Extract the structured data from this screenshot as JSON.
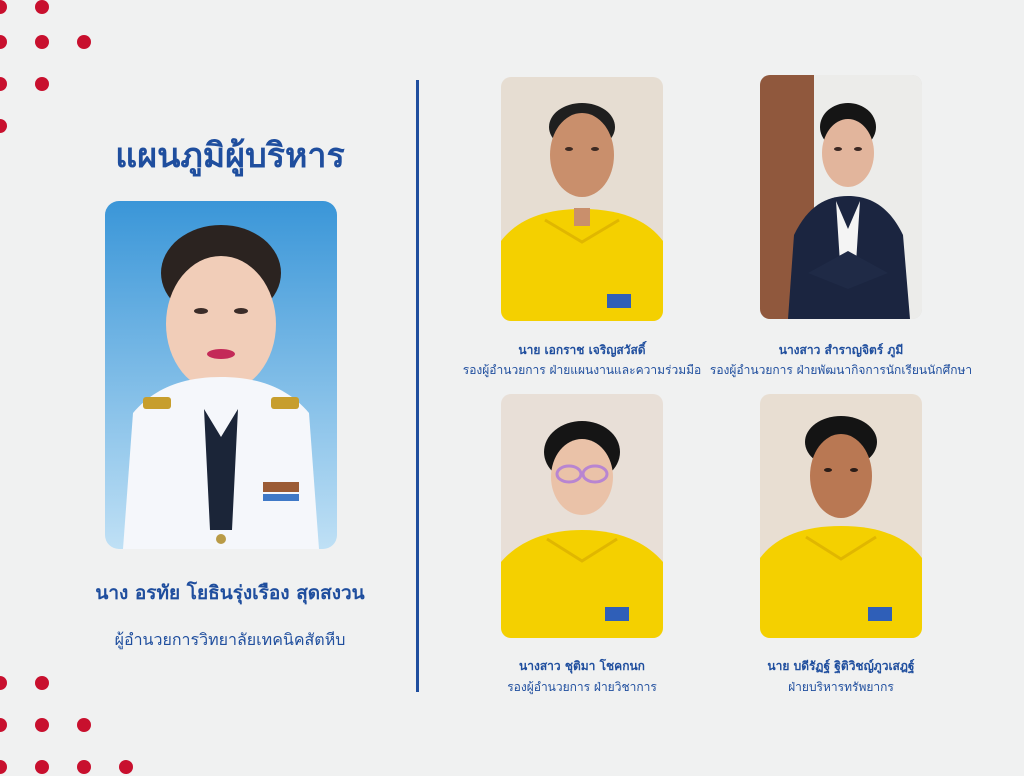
{
  "header": {
    "title": "แผนภูมิผู้บริหาร"
  },
  "director": {
    "name": "นาง อรทัย โยธินรุ่งเรือง สุดสงวน",
    "position": "ผู้อำนวยการวิทยาลัยเทคนิคสัตหีบ",
    "photo_icon": "director-portrait"
  },
  "executives": [
    {
      "name": "นาย เอกราช เจริญสวัสดิ์",
      "position": "รองผู้อำนวยการ ฝ่ายแผนงานและความร่วมมือ",
      "photo_icon": "executive-portrait"
    },
    {
      "name": "นางสาว สำราญจิตร์ ภูมี",
      "position": "รองผู้อำนวยการ ฝ่ายพัฒนากิจการนักเรียนนักศึกษา",
      "photo_icon": "executive-portrait"
    },
    {
      "name": "นางสาว ชุติมา โชคกนก",
      "position": "รองผู้อำนวยการ ฝ่ายวิชาการ",
      "photo_icon": "executive-portrait"
    },
    {
      "name": "นาย บดีรัฏฐ์ ฐิติวิชญ์ภูวเสฎฐ์",
      "position": "ฝ่ายบริหารทรัพยากร",
      "photo_icon": "executive-portrait"
    }
  ],
  "colors": {
    "background": "#f0f1f1",
    "primary_blue": "#1f4e9e",
    "accent_red": "#c8102e",
    "shirt_yellow": "#f4d000"
  }
}
